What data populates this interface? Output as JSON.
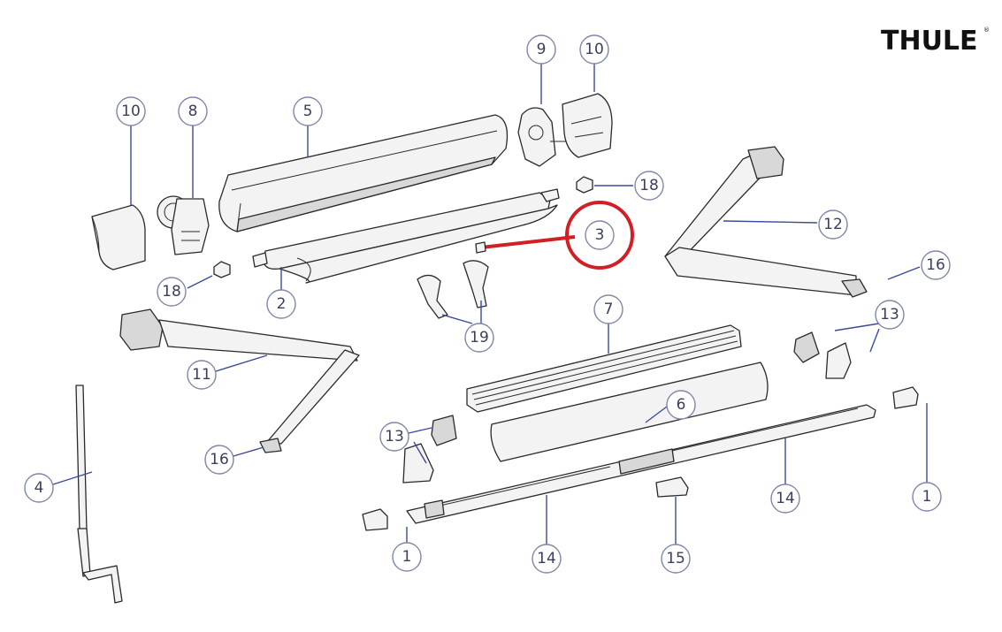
{
  "brand": {
    "logo_text": "THULE",
    "logo_mark": "®"
  },
  "highlight": {
    "callout_number": "3",
    "color": "#d21f26"
  },
  "callouts": [
    {
      "label": "10"
    },
    {
      "label": "8"
    },
    {
      "label": "5"
    },
    {
      "label": "9"
    },
    {
      "label": "10"
    },
    {
      "label": "18"
    },
    {
      "label": "3"
    },
    {
      "label": "12"
    },
    {
      "label": "16"
    },
    {
      "label": "18"
    },
    {
      "label": "2"
    },
    {
      "label": "19"
    },
    {
      "label": "7"
    },
    {
      "label": "13"
    },
    {
      "label": "11"
    },
    {
      "label": "6"
    },
    {
      "label": "13"
    },
    {
      "label": "16"
    },
    {
      "label": "4"
    },
    {
      "label": "14"
    },
    {
      "label": "1"
    },
    {
      "label": "1"
    },
    {
      "label": "14"
    },
    {
      "label": "15"
    }
  ],
  "colors": {
    "leader": "#3c4a9c",
    "callout_stroke": "#7f86a8",
    "part_stroke": "#2a2a2a"
  }
}
